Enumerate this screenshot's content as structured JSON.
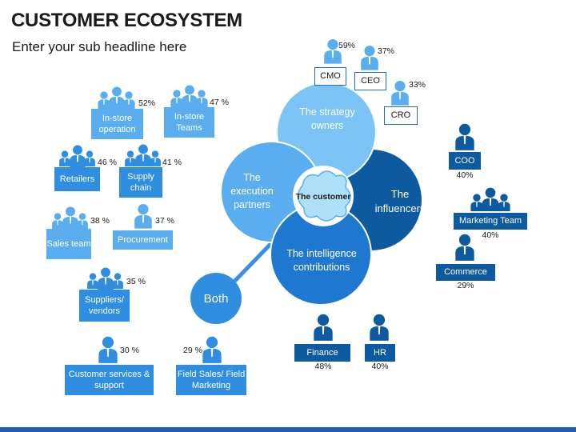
{
  "header": {
    "title": "CUSTOMER ECOSYSTEM",
    "subtitle": "Enter your sub headline here"
  },
  "center": {
    "core": "The customer",
    "top": "The strategy owners",
    "right": "The influencers",
    "bottom": "The intelligence contributions",
    "left": "The execution partners",
    "both": "Both"
  },
  "left_groups": {
    "instore_op": {
      "label": "In-store operation",
      "pct": "52%"
    },
    "instore_teams": {
      "label": "In-store Teams",
      "pct": "47 %"
    },
    "retailers": {
      "label": "Retailers",
      "pct": "46 %"
    },
    "supply": {
      "label": "Supply chain",
      "pct": "41 %"
    },
    "sales": {
      "label": "Sales team",
      "pct": "38 %"
    },
    "procurement": {
      "label": "Procurement",
      "pct": "37 %"
    },
    "suppliers": {
      "label": "Suppliers/ vendors",
      "pct": "35 %"
    },
    "customer_services": {
      "label": "Customer services & support",
      "pct": "30 %"
    },
    "field_sales": {
      "label": "Field Sales/ Field Marketing",
      "pct": "29 %"
    }
  },
  "top_groups": {
    "cmo": {
      "label": "CMO",
      "pct": "59%"
    },
    "ceo": {
      "label": "CEO",
      "pct": "37%"
    },
    "cro": {
      "label": "CRO",
      "pct": "33%"
    }
  },
  "right_groups": {
    "coo": {
      "label": "COO",
      "pct": "40%"
    },
    "marketing": {
      "label": "Marketing Team",
      "pct": "40%"
    },
    "commerce": {
      "label": "Commerce",
      "pct": "29%"
    }
  },
  "bottom_groups": {
    "finance": {
      "label": "Finance",
      "pct": "48%"
    },
    "hr": {
      "label": "HR",
      "pct": "40%"
    }
  },
  "colors": {
    "light": "#5aaef0",
    "mid": "#2f8ee0",
    "dark": "#0e5aa0",
    "core": "#aee0f8"
  }
}
